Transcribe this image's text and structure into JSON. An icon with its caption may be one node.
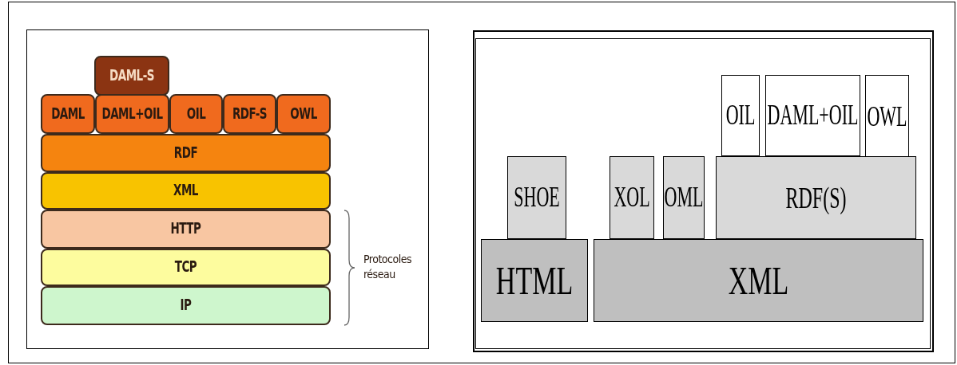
{
  "diagram": {
    "nodes": [
      {
        "text": [
          "DAML-S"
        ]
      },
      {
        "text": [
          "DAML"
        ]
      },
      {
        "text": [
          "DAML+OIL"
        ]
      },
      {
        "text": [
          "OIL"
        ]
      },
      {
        "text": [
          "RDF-S"
        ]
      },
      {
        "text": [
          "OWL"
        ]
      },
      {
        "text": [
          "RDF"
        ]
      },
      {
        "text": [
          "XML"
        ]
      },
      {
        "text": [
          "HTTP"
        ]
      },
      {
        "text": [
          "TCP"
        ]
      },
      {
        "text": [
          "IP"
        ]
      },
      {
        "text": [
          "OIL"
        ]
      },
      {
        "text": [
          "DAML+OIL"
        ]
      },
      {
        "text": [
          "OWL"
        ]
      },
      {
        "text": [
          "SHOE"
        ]
      },
      {
        "text": [
          "XOL"
        ]
      },
      {
        "text": [
          "OML"
        ]
      },
      {
        "text": [
          "RDF(S)"
        ]
      },
      {
        "text": [
          "HTML"
        ]
      },
      {
        "text": [
          "XML"
        ]
      }
    ],
    "edges": [],
    "labels": [
      "Protocoles réseau"
    ]
  }
}
